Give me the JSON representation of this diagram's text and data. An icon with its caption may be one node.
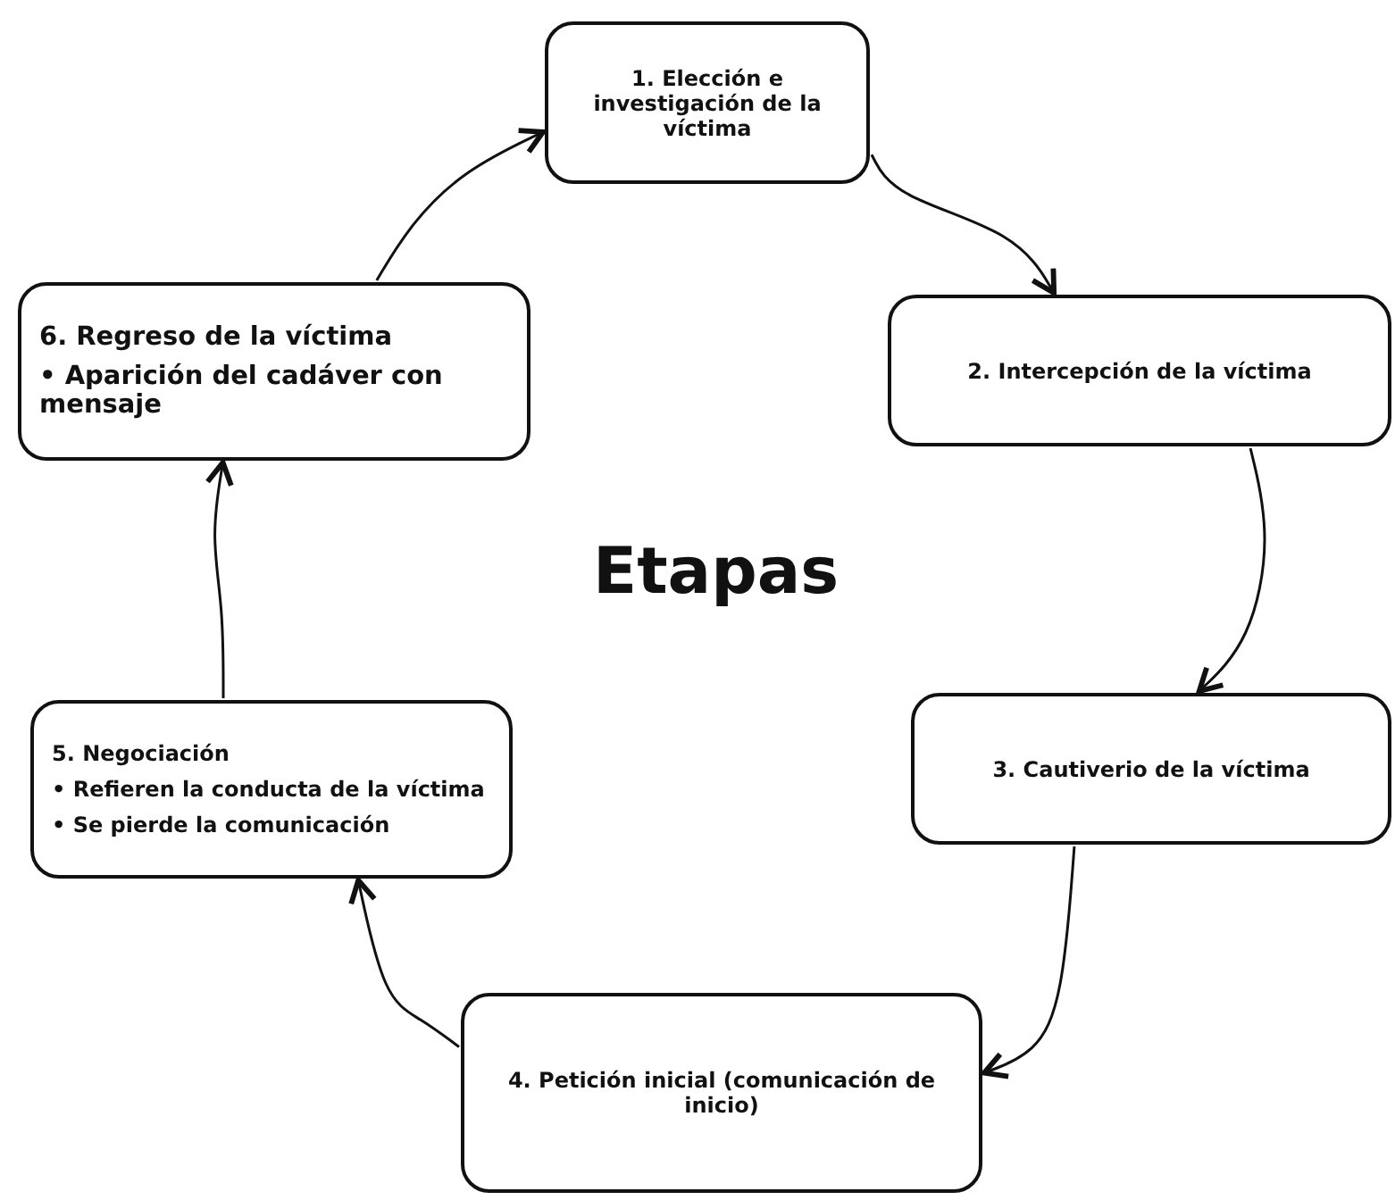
{
  "diagram": {
    "nodes": [
      {
        "text": [
          "1. Elección e investigación de la víctima"
        ]
      },
      {
        "text": [
          "2. Intercepción de la víctima"
        ]
      },
      {
        "text": [
          "3. Cautiverio de la víctima"
        ]
      },
      {
        "text": [
          "4. Petición inicial (comunicación de inicio)"
        ]
      },
      {
        "text": [
          "5. Negociación",
          "• Refieren la conducta de la víctima",
          "• Se pierde la comunicación"
        ]
      },
      {
        "text": [
          "6. Regreso de la víctima",
          "• Aparición del cadáver con mensaje"
        ]
      }
    ],
    "edges": [
      {
        "from": 0,
        "to": 1,
        "arrow": "to"
      },
      {
        "from": 1,
        "to": 2,
        "arrow": "to"
      },
      {
        "from": 2,
        "to": 3,
        "arrow": "to"
      },
      {
        "from": 3,
        "to": 4,
        "arrow": "to"
      },
      {
        "from": 4,
        "to": 5,
        "arrow": "to"
      },
      {
        "from": 5,
        "to": 0,
        "arrow": "to"
      }
    ],
    "labels": [
      "Etapas"
    ]
  }
}
